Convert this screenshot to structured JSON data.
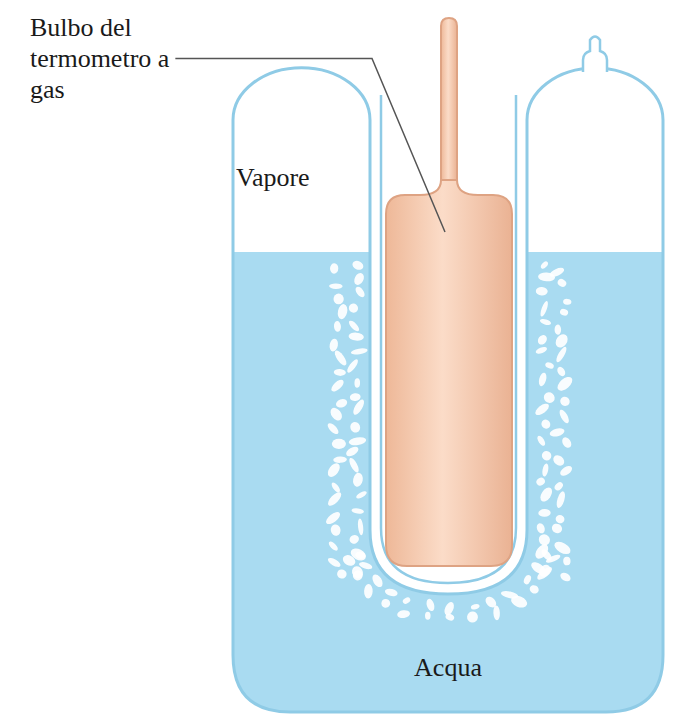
{
  "diagram": {
    "labels": [
      "Bulbo del termometro a gas",
      "Vapore",
      "Acqua"
    ]
  }
}
